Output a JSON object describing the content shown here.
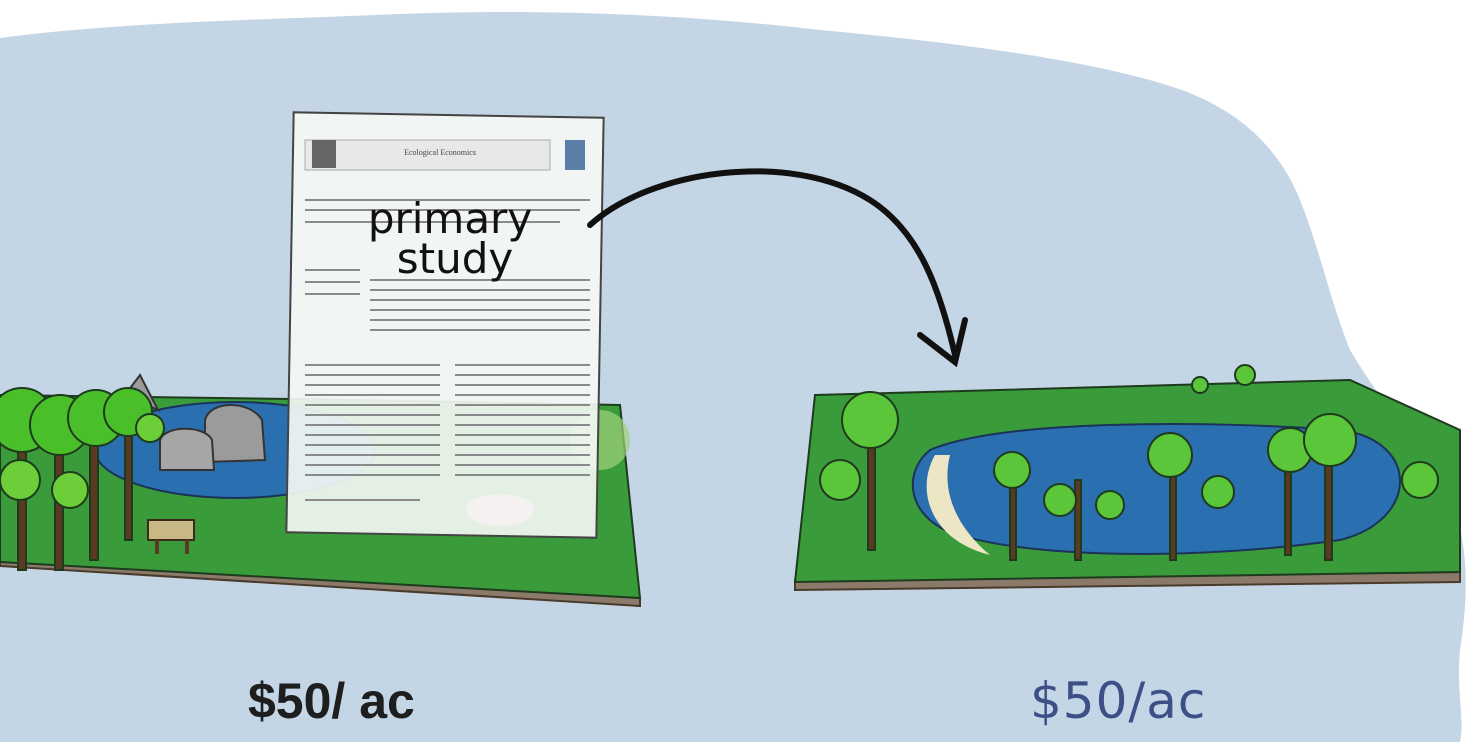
{
  "scene": {
    "source_paper": {
      "journal_name": "Ecological Economics",
      "label_line1": "primary",
      "label_line2": "study"
    },
    "source_site": {
      "sign_text": "",
      "value_label": "$50/ ac"
    },
    "target_site": {
      "value_label": "$50/ac"
    }
  },
  "colors": {
    "sky": "#c4d6e5",
    "grass": "#3a9b3a",
    "grass_dark": "#2a7a2a",
    "water": "#2a6fb0",
    "soil": "#8b7a6a",
    "tree_light": "#6ccf3a",
    "trunk": "#5b3a22",
    "price_left": "#1e1e1e",
    "price_right": "#3c4f86"
  }
}
